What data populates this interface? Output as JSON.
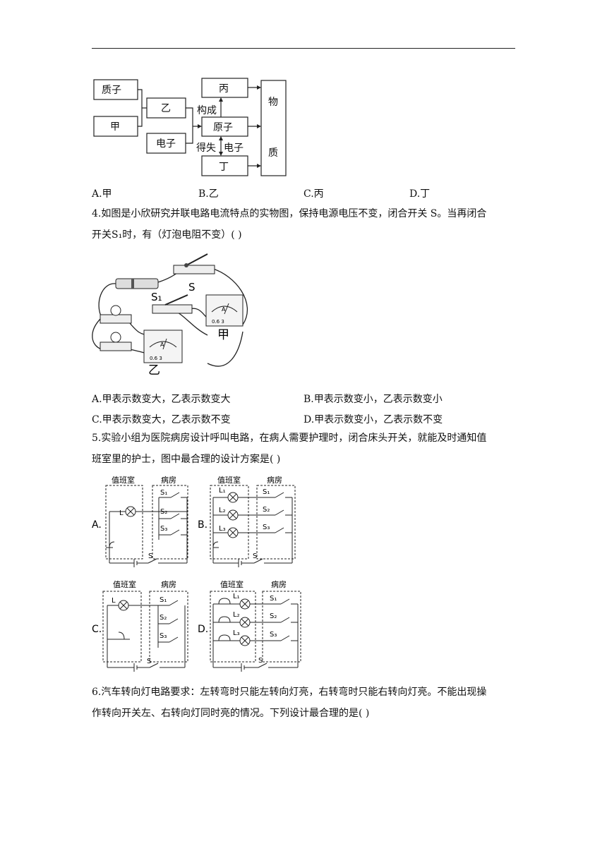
{
  "flowchart": {
    "proton": "质子",
    "jia": "甲",
    "yi": "乙",
    "electron": "电子",
    "bing": "丙",
    "atom": "原子",
    "ding": "丁",
    "goucheng": "构成",
    "deshi": "得失",
    "dianzi": "电子",
    "matter_1": "物",
    "matter_2": "质"
  },
  "q3_options": {
    "a": "A.甲",
    "b": "B.乙",
    "c": "C.丙",
    "d": "D.丁"
  },
  "q4": {
    "line1": "4.如图是小欣研究并联电路电流特点的实物图，保持电源电压不变，闭合开关 S。当再闭合",
    "line2": "开关S₁时，有（灯泡电阻不变）(      )",
    "label_s": "S",
    "label_s1": "S₁",
    "label_jia": "甲",
    "label_yi": "乙",
    "meter_a": "A",
    "meter_scale": "0.6 3",
    "options": {
      "a": "A.甲表示数变大，乙表示数变大",
      "b": "B.甲表示数变小，乙表示数变小",
      "c": "C.甲表示数变大，乙表示数不变",
      "d": "D.甲表示数变小，乙表示数不变"
    }
  },
  "q5": {
    "line1": "5.实验小组为医院病房设计呼叫电路，在病人需要护理时，闭合床头开关，就能及时通知值",
    "line2": "班室里的护士，图中最合理的设计方案是(      )",
    "duty_room": "值班室",
    "ward": "病房",
    "s": "S",
    "s1": "S₁",
    "s2": "S₂",
    "s3": "S₃",
    "l": "L",
    "l1": "L₁",
    "l2": "L₂",
    "l3": "L₃",
    "opt_a": "A.",
    "opt_b": "B.",
    "opt_c": "C.",
    "opt_d": "D."
  },
  "q6": {
    "line1": "6.汽车转向灯电路要求：左转弯时只能左转向灯亮，右转弯时只能右转向灯亮。不能出现操",
    "line2": "作转向开关左、右转向灯同时亮的情况。下列设计最合理的是(      )"
  }
}
